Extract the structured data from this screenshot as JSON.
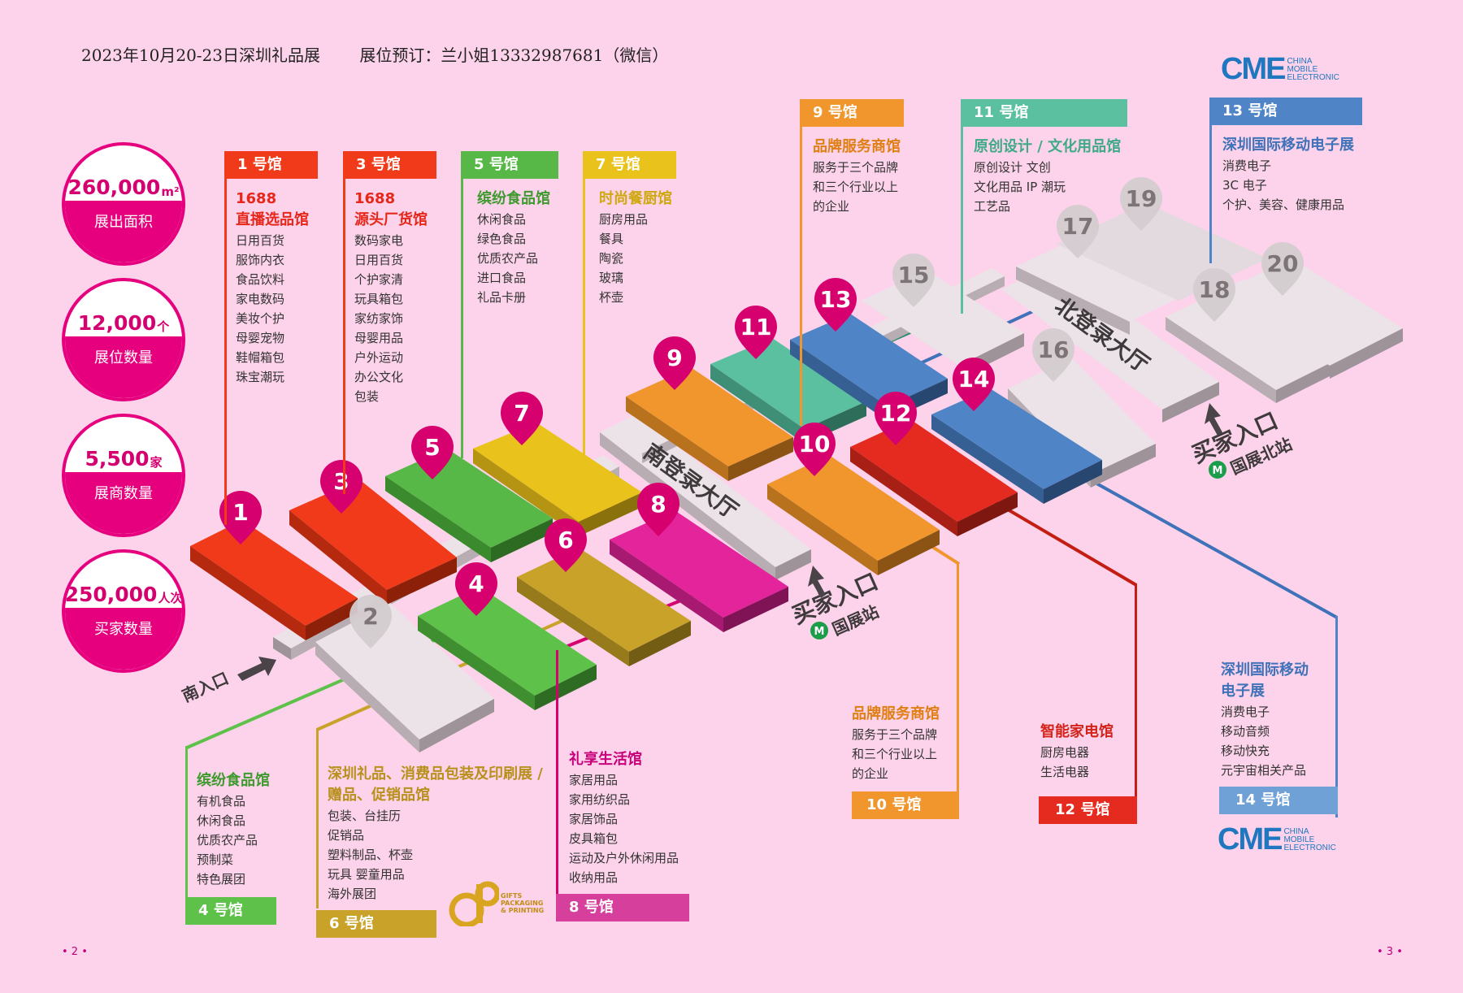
{
  "header": {
    "event": "2023年10月20-23日深圳礼品展",
    "booking": "展位预订：兰小姐13332987681（微信）"
  },
  "stats": [
    {
      "value": "260,000",
      "unit": "m²",
      "label": "展出面积"
    },
    {
      "value": "12,000",
      "unit": "个",
      "label": "展位数量"
    },
    {
      "value": "5,500",
      "unit": "家",
      "label": "展商数量"
    },
    {
      "value": "250,000",
      "unit": "人次",
      "label": "买家数量"
    }
  ],
  "colors": {
    "h1": "#f03a1a",
    "h3": "#f03a1a",
    "h5": "#58b847",
    "h7": "#e9c31b",
    "h9": "#f0962d",
    "h11": "#5bc0a0",
    "h13": "#4f85c7",
    "h4": "#5ec14a",
    "h6": "#c9a22a",
    "h8": "#e3249a",
    "h10": "#f0962d",
    "h12": "#e52b1f",
    "h14": "#4f85c7",
    "pin": "#d6006f"
  },
  "halls_top": [
    {
      "id": "h1",
      "tag": "1 号馆",
      "title": [
        "1688",
        "直播选品馆"
      ],
      "items": [
        "日用百货",
        "服饰内衣",
        "食品饮料",
        "家电数码",
        "美妆个护",
        "母婴宠物",
        "鞋帽箱包",
        "珠宝潮玩"
      ]
    },
    {
      "id": "h3",
      "tag": "3 号馆",
      "title": [
        "1688",
        "源头厂货馆"
      ],
      "items": [
        "数码家电",
        "日用百货",
        "个护家清",
        "玩具箱包",
        "家纺家饰",
        "母婴用品",
        "户外运动",
        "办公文化",
        "包装"
      ]
    },
    {
      "id": "h5",
      "tag": "5 号馆",
      "title": [
        "缤纷食品馆"
      ],
      "items": [
        "休闲食品",
        "绿色食品",
        "优质农产品",
        "进口食品",
        "礼品卡册"
      ]
    },
    {
      "id": "h7",
      "tag": "7 号馆",
      "title": [
        "时尚餐厨馆"
      ],
      "items": [
        "厨房用品",
        "餐具",
        "陶瓷",
        "玻璃",
        "杯壶"
      ]
    },
    {
      "id": "h9",
      "tag": "9 号馆",
      "title": [
        "品牌服务商馆"
      ],
      "items": [
        "服务于三个品牌",
        "和三个行业以上",
        "的企业"
      ]
    },
    {
      "id": "h11",
      "tag": "11 号馆",
      "title": [
        "原创设计 / 文化用品馆"
      ],
      "items": [
        "原创设计  文创",
        "文化用品  IP 潮玩",
        "工艺品"
      ]
    },
    {
      "id": "h13",
      "tag": "13 号馆",
      "title": [
        "深圳国际移动电子展"
      ],
      "items": [
        "消费电子",
        "3C 电子",
        "个护、美容、健康用品"
      ]
    }
  ],
  "halls_bottom": [
    {
      "id": "h4",
      "tag": "4 号馆",
      "title": [
        "缤纷食品馆"
      ],
      "items": [
        "有机食品",
        "休闲食品",
        "优质农产品",
        "预制菜",
        "特色展团"
      ]
    },
    {
      "id": "h6",
      "tag": "6 号馆",
      "title": [
        "深圳礼品、消费品包装及印刷展 /",
        "赠品、促销品馆"
      ],
      "items": [
        "包装、台挂历",
        "促销品",
        "塑料制品、杯壶",
        "玩具  婴童用品",
        "海外展团"
      ]
    },
    {
      "id": "h8",
      "tag": "8 号馆",
      "title": [
        "礼享生活馆"
      ],
      "items": [
        "家居用品",
        "家用纺织品",
        "家居饰品",
        "皮具箱包",
        "运动及户外休闲用品",
        "收纳用品"
      ]
    },
    {
      "id": "h10",
      "tag": "10 号馆",
      "title": [
        "品牌服务商馆"
      ],
      "items": [
        "服务于三个品牌",
        "和三个行业以上",
        "的企业"
      ]
    },
    {
      "id": "h12",
      "tag": "12 号馆",
      "title": [
        "智能家电馆"
      ],
      "items": [
        "厨房电器",
        "生活电器"
      ]
    },
    {
      "id": "h14",
      "tag": "14 号馆",
      "title": [
        "深圳国际移动",
        "电子展"
      ],
      "items": [
        "消费电子",
        "移动音频",
        "移动快充",
        "元宇宙相关产品"
      ]
    }
  ],
  "map": {
    "pins": [
      "1",
      "2",
      "3",
      "4",
      "5",
      "6",
      "7",
      "8",
      "9",
      "10",
      "11",
      "12",
      "13",
      "14",
      "15",
      "16",
      "17",
      "18",
      "19",
      "20"
    ],
    "south_hall": "南登录大厅",
    "north_hall": "北登录大厅",
    "south_entry": "南入口",
    "buyer_entry": "买家入口",
    "station_south": "国展站",
    "station_north": "国展北站"
  },
  "brand_cme": {
    "big": "CME",
    "small": [
      "CHINA",
      "MOBILE",
      "ELECTRONIC"
    ]
  },
  "brand_gifts": {
    "small": [
      "GIFTS",
      "PACKAGING",
      "& PRINTING"
    ]
  },
  "page_numbers": [
    "• 2 •",
    "• 3 •"
  ]
}
